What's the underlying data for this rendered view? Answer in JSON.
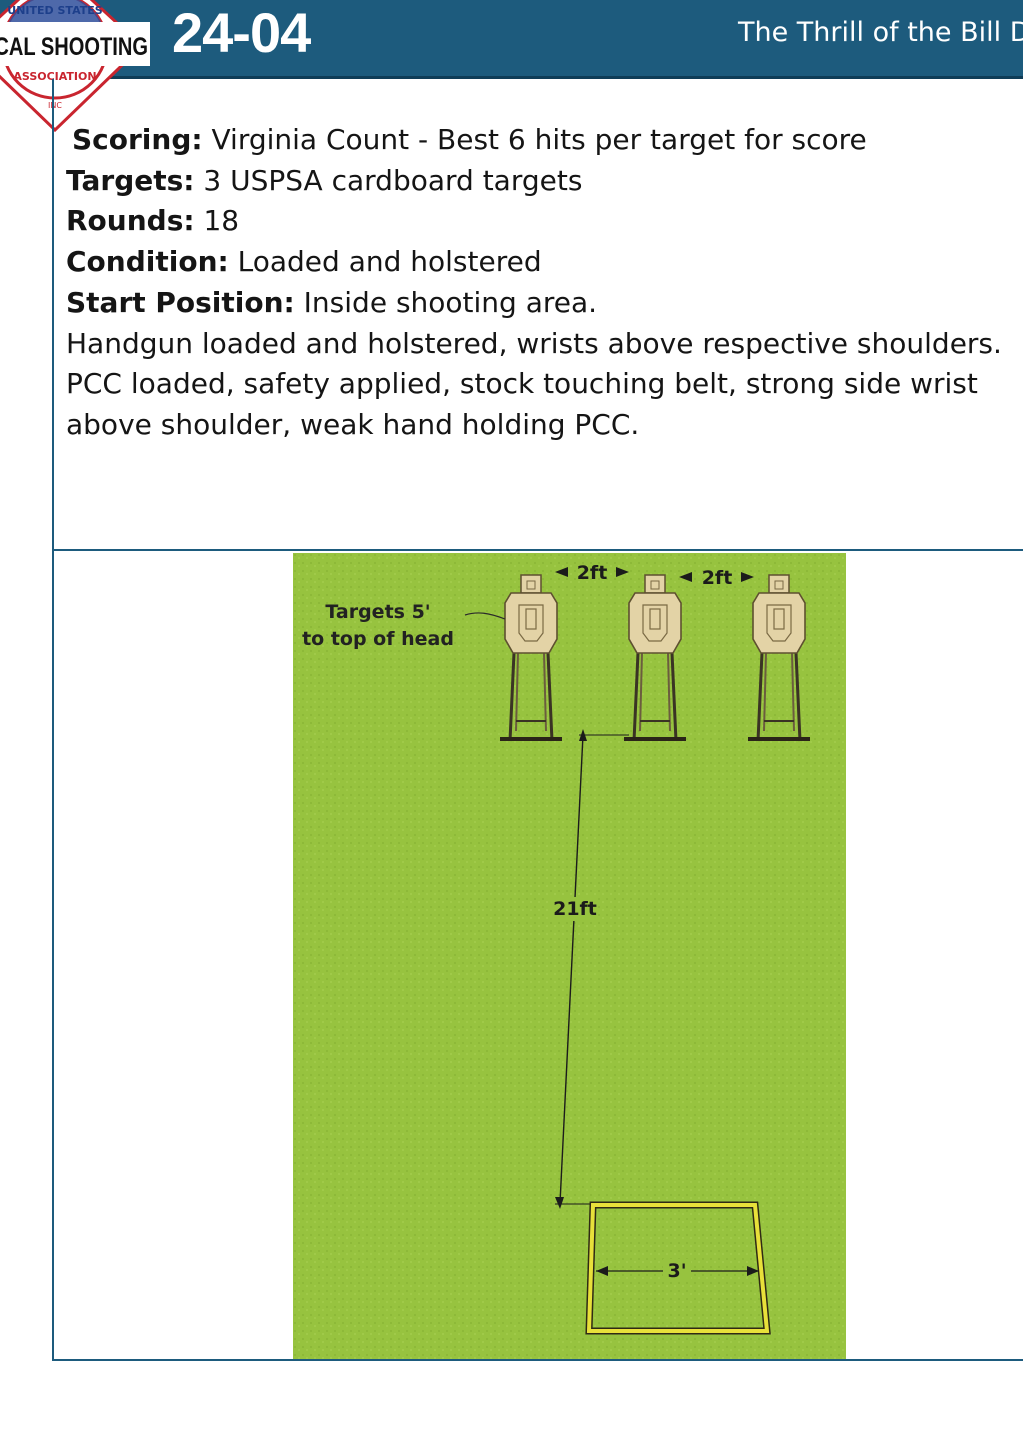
{
  "header": {
    "stage_number": "24-04",
    "stage_title": "The Thrill of the Bill D",
    "logo_text_top": "UNITED STATES",
    "logo_text_main": "CTICAL SHOOTING",
    "logo_text_bottom": "ASSOCIATION",
    "logo_text_inc": "INC"
  },
  "stage_info": {
    "scoring_label": "Scoring:",
    "scoring_value": "Virginia Count - Best 6 hits per target for score",
    "targets_label": "Targets:",
    "targets_value": "3 USPSA cardboard targets",
    "rounds_label": "Rounds:",
    "rounds_value": "18",
    "condition_label": "Condition:",
    "condition_value": "Loaded and holstered",
    "start_label": "Start Position:",
    "start_value": "Inside shooting area.",
    "handgun_note": "Handgun loaded and holstered, wrists above respective shoulders.",
    "pcc_note_1": "PCC loaded, safety applied, stock touching belt, strong side wrist",
    "pcc_note_2": "above shoulder, weak hand holding PCC."
  },
  "diagram": {
    "target_height_note_1": "Targets 5'",
    "target_height_note_2": "to top of head",
    "spacing_label_1": "2ft",
    "spacing_label_2": "2ft",
    "distance_label": "21ft",
    "box_width_label": "3'",
    "colors": {
      "grass": "#97c33f",
      "cardboard": "#e3d3a6",
      "box": "#e8e03a"
    }
  }
}
